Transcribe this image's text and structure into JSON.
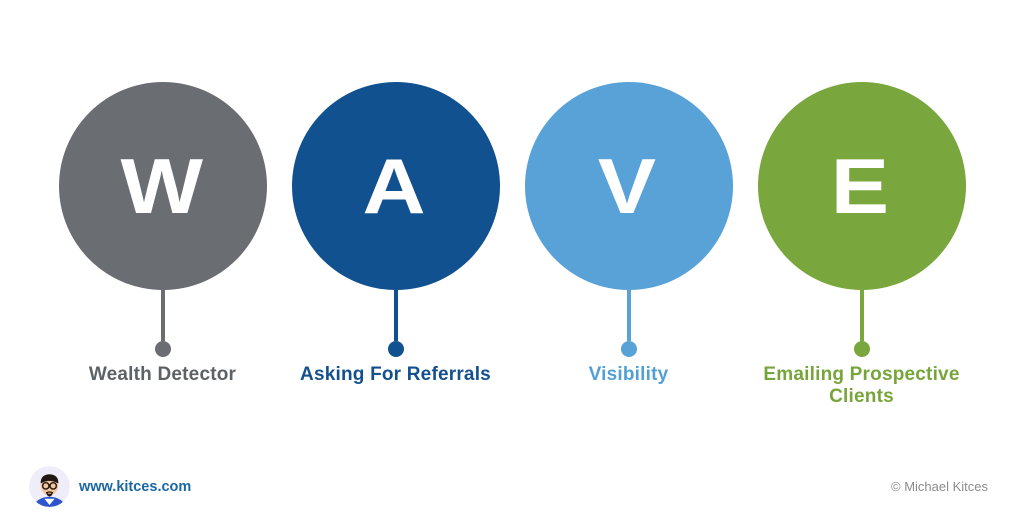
{
  "page": {
    "background": "#ffffff"
  },
  "wave": {
    "acronym": "WAVE",
    "items": [
      {
        "letter": "W",
        "label": "Wealth Detector",
        "circle_color": "#6a6e72",
        "text_color": "#5d6267"
      },
      {
        "letter": "A",
        "label": "Asking For Referrals",
        "circle_color": "#11518f",
        "text_color": "#14508e"
      },
      {
        "letter": "V",
        "label": "Visibility",
        "circle_color": "#58a2d8",
        "text_color": "#54a0d6"
      },
      {
        "letter": "E",
        "label": "Emailing Prospective Clients",
        "circle_color": "#79a73d",
        "text_color": "#77a53b"
      }
    ]
  },
  "footer": {
    "website": "www.kitces.com",
    "website_color": "#1a67a3",
    "copyright": "© Michael Kitces",
    "copyright_color": "#8c8c8c",
    "avatar_icon": "kitces-caricature-avatar"
  }
}
